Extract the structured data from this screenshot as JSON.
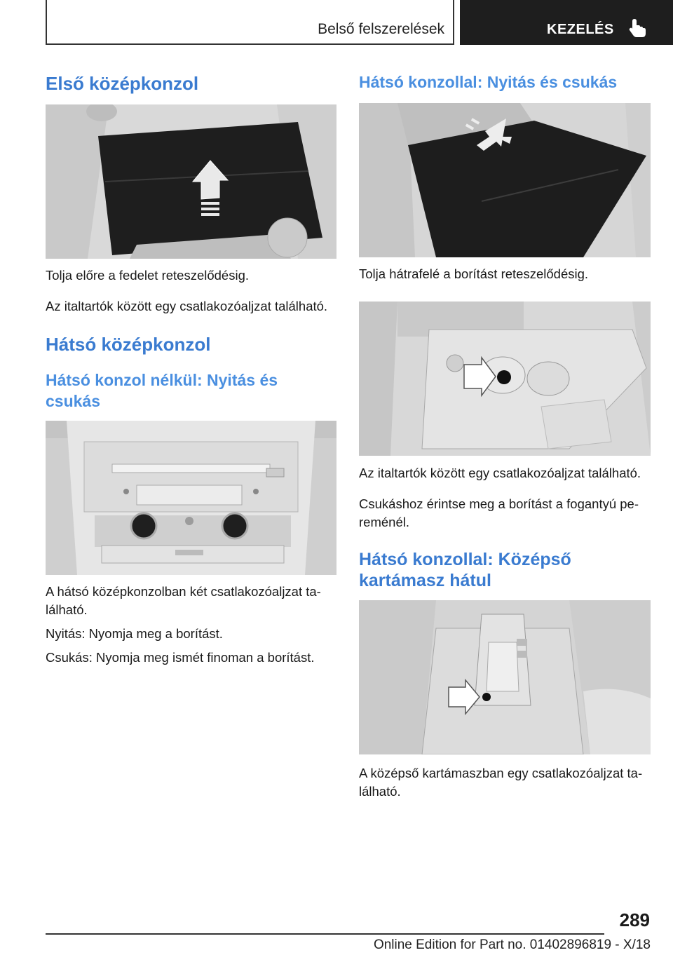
{
  "header": {
    "section": "Belső felszerelések",
    "chapter": "KEZELÉS"
  },
  "left": {
    "h_front": "Első középkonzol",
    "front_p1": "Tolja előre a fedelet reteszelődésig.",
    "front_p2": "Az italtartók között egy csatlakozóaljzat található.",
    "h_rear": "Hátsó középkonzol",
    "h_rear_no_console_1": "Hátsó konzol nélkül: Nyitás és",
    "h_rear_no_console_2": "csukás",
    "rear_p1a": "A hátsó középkonzolban két csatlakozóaljzat ta‐",
    "rear_p1b": "lálható.",
    "rear_p2": "Nyitás: Nyomja meg a borítást.",
    "rear_p3": "Csukás: Nyomja meg ismét finoman a borítást."
  },
  "right": {
    "h_with_console": "Hátsó konzollal: Nyitás és csukás",
    "p1": "Tolja hátrafelé a borítást reteszelődésig.",
    "p2": "Az italtartók között egy csatlakozóaljzat található.",
    "p3a": "Csukáshoz érintse meg a borítást a fogantyú pe‐",
    "p3b": "reménél.",
    "h_armrest_1": "Hátsó konzollal: Középső",
    "h_armrest_2": "kartámasz hátul",
    "p4a": "A középső kartámaszban egy csatlakozóaljzat ta‐",
    "p4b": "lálható."
  },
  "footer": {
    "page_number": "289",
    "edition": "Online Edition for Part no. 01402896819 - X/18"
  }
}
